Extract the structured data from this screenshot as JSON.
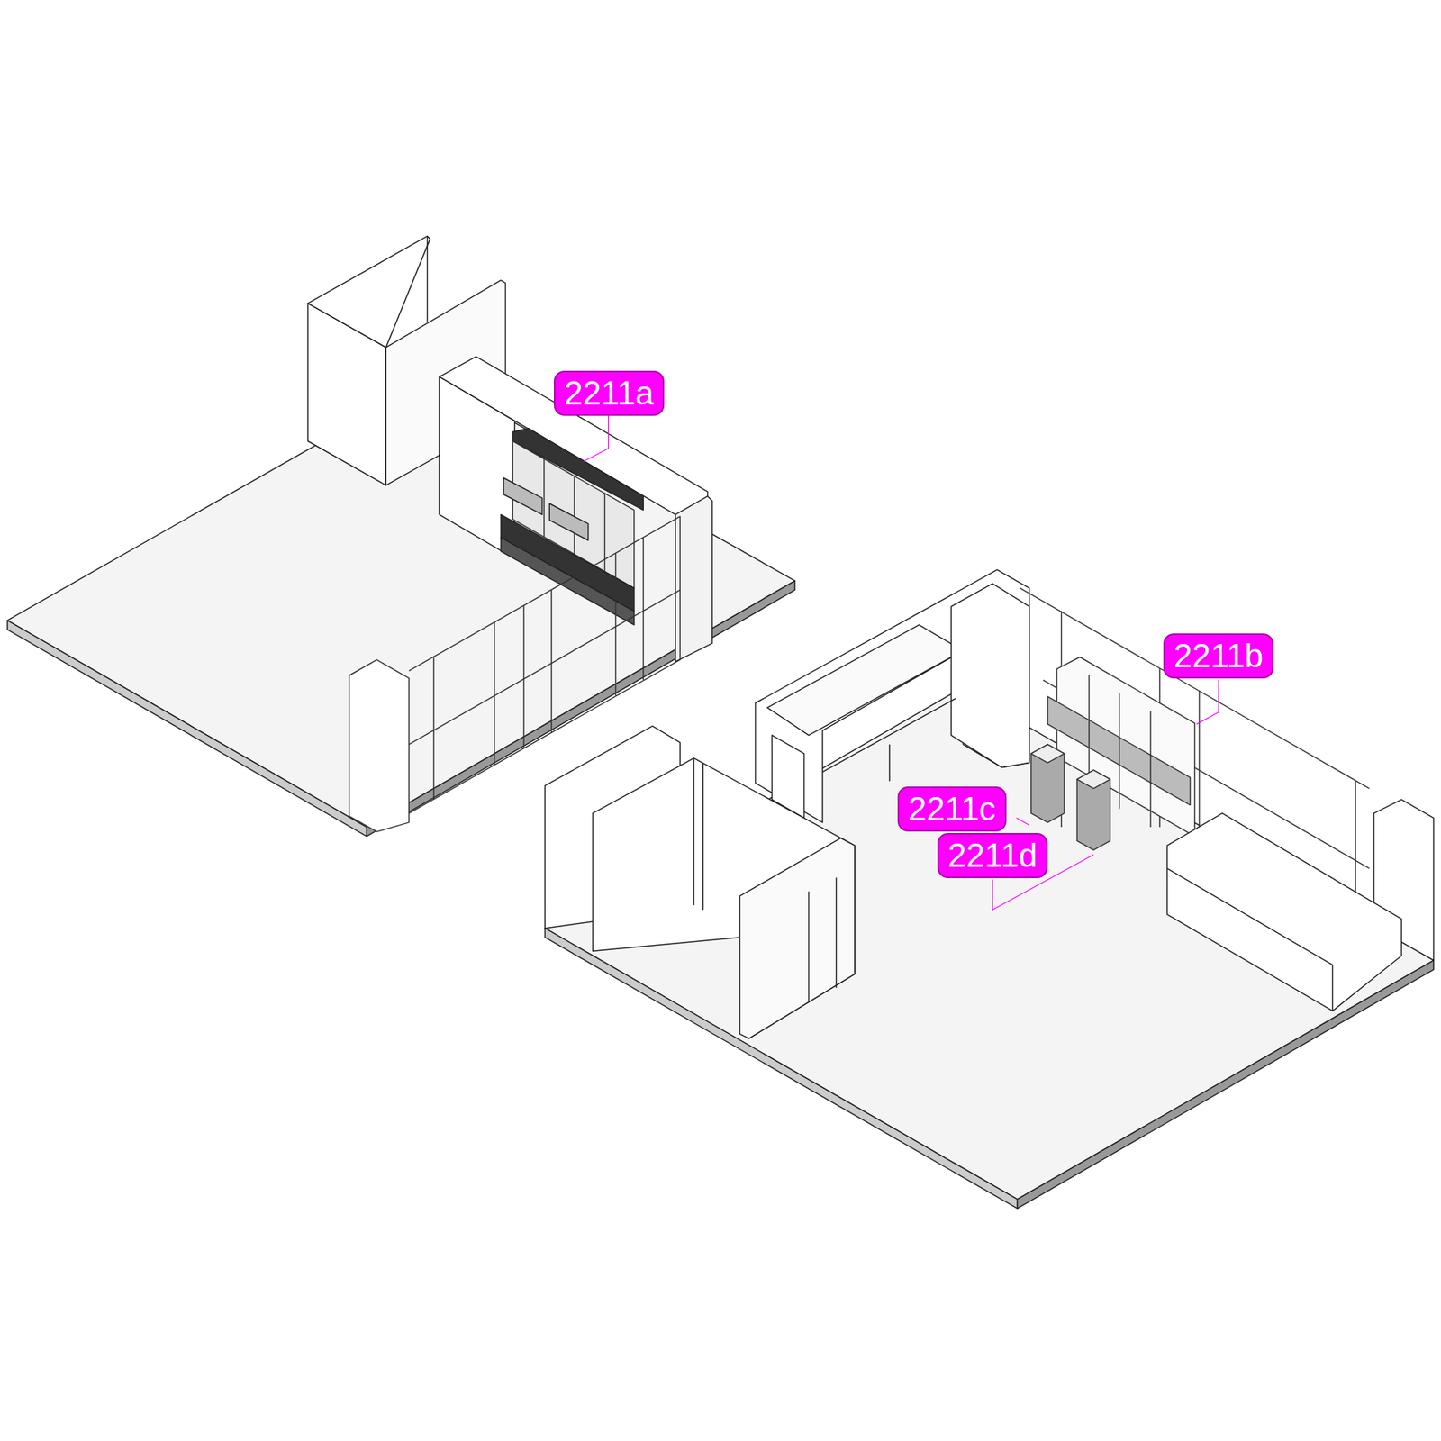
{
  "diagram": {
    "labels": [
      "2211a",
      "2211b",
      "2211c",
      "2211d"
    ]
  }
}
